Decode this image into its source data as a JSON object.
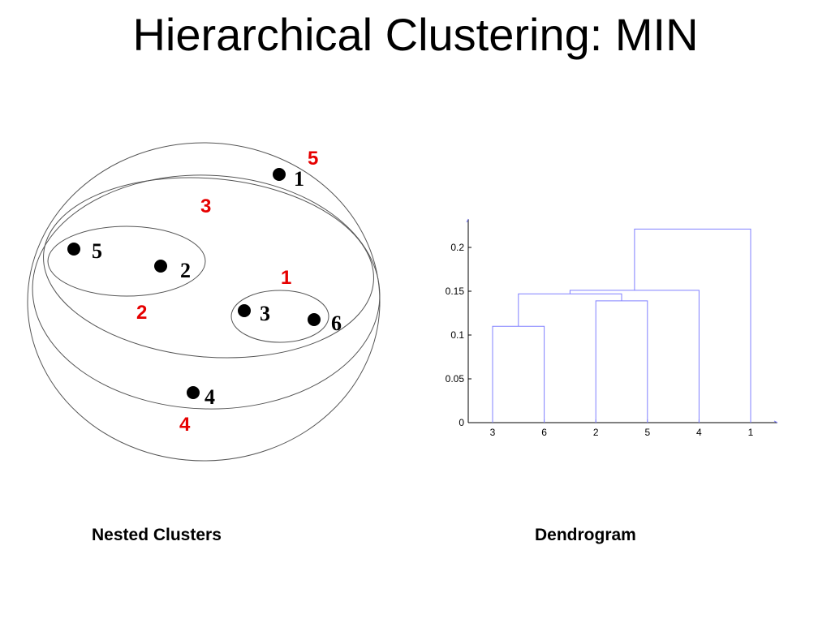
{
  "title": "Hierarchical Clustering: MIN",
  "captions": {
    "nested": "Nested Clusters",
    "dendrogram": "Dendrogram"
  },
  "colors": {
    "point": "#000000",
    "merge_label": "#e60000",
    "dendrogram_line": "#8080ff",
    "outline": "#555555"
  },
  "nested_clusters": {
    "points": [
      {
        "label": "1"
      },
      {
        "label": "2"
      },
      {
        "label": "3"
      },
      {
        "label": "4"
      },
      {
        "label": "5"
      },
      {
        "label": "6"
      }
    ],
    "merge_order_labels": [
      "1",
      "2",
      "3",
      "4",
      "5"
    ]
  },
  "chart_data": {
    "type": "dendrogram",
    "leaf_order": [
      "3",
      "6",
      "2",
      "5",
      "4",
      "1"
    ],
    "y_ticks": [
      "0",
      "0.05",
      "0.1",
      "0.15",
      "0.2"
    ],
    "ylim": [
      0,
      0.233
    ],
    "merges": [
      {
        "left": "3",
        "right": "6",
        "height": 0.11
      },
      {
        "left": "2",
        "right": "5",
        "height": 0.139
      },
      {
        "left": "{3,6}",
        "right": "{2,5}",
        "height": 0.147
      },
      {
        "left": "{3,6,2,5}",
        "right": "4",
        "height": 0.151
      },
      {
        "left": "{3,6,2,5,4}",
        "right": "1",
        "height": 0.221
      }
    ]
  }
}
